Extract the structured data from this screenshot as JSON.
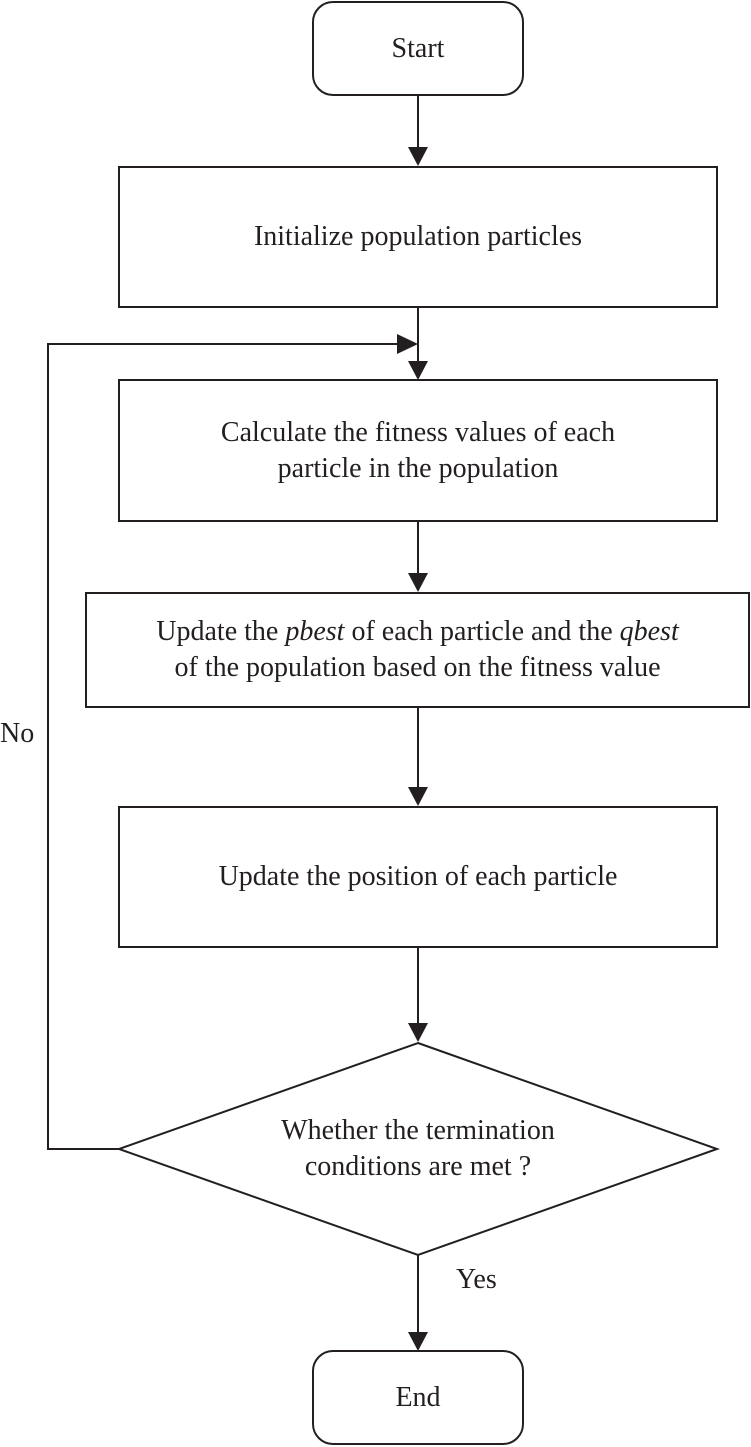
{
  "diagram": {
    "start": "Start",
    "init": "Initialize population particles",
    "calc": {
      "line1": "Calculate the fitness values of each",
      "line2": "particle in the population"
    },
    "update_best": {
      "l1_a": "Update the ",
      "l1_pbest": "pbest",
      "l1_b": " of each particle and the ",
      "l1_qbest": "qbest",
      "line2": "of the population based on the fitness value"
    },
    "update_pos": "Update the position of each particle",
    "decision": {
      "line1": "Whether the termination",
      "line2": "conditions are met ?"
    },
    "no_label": "No",
    "yes_label": "Yes",
    "end": "End"
  }
}
